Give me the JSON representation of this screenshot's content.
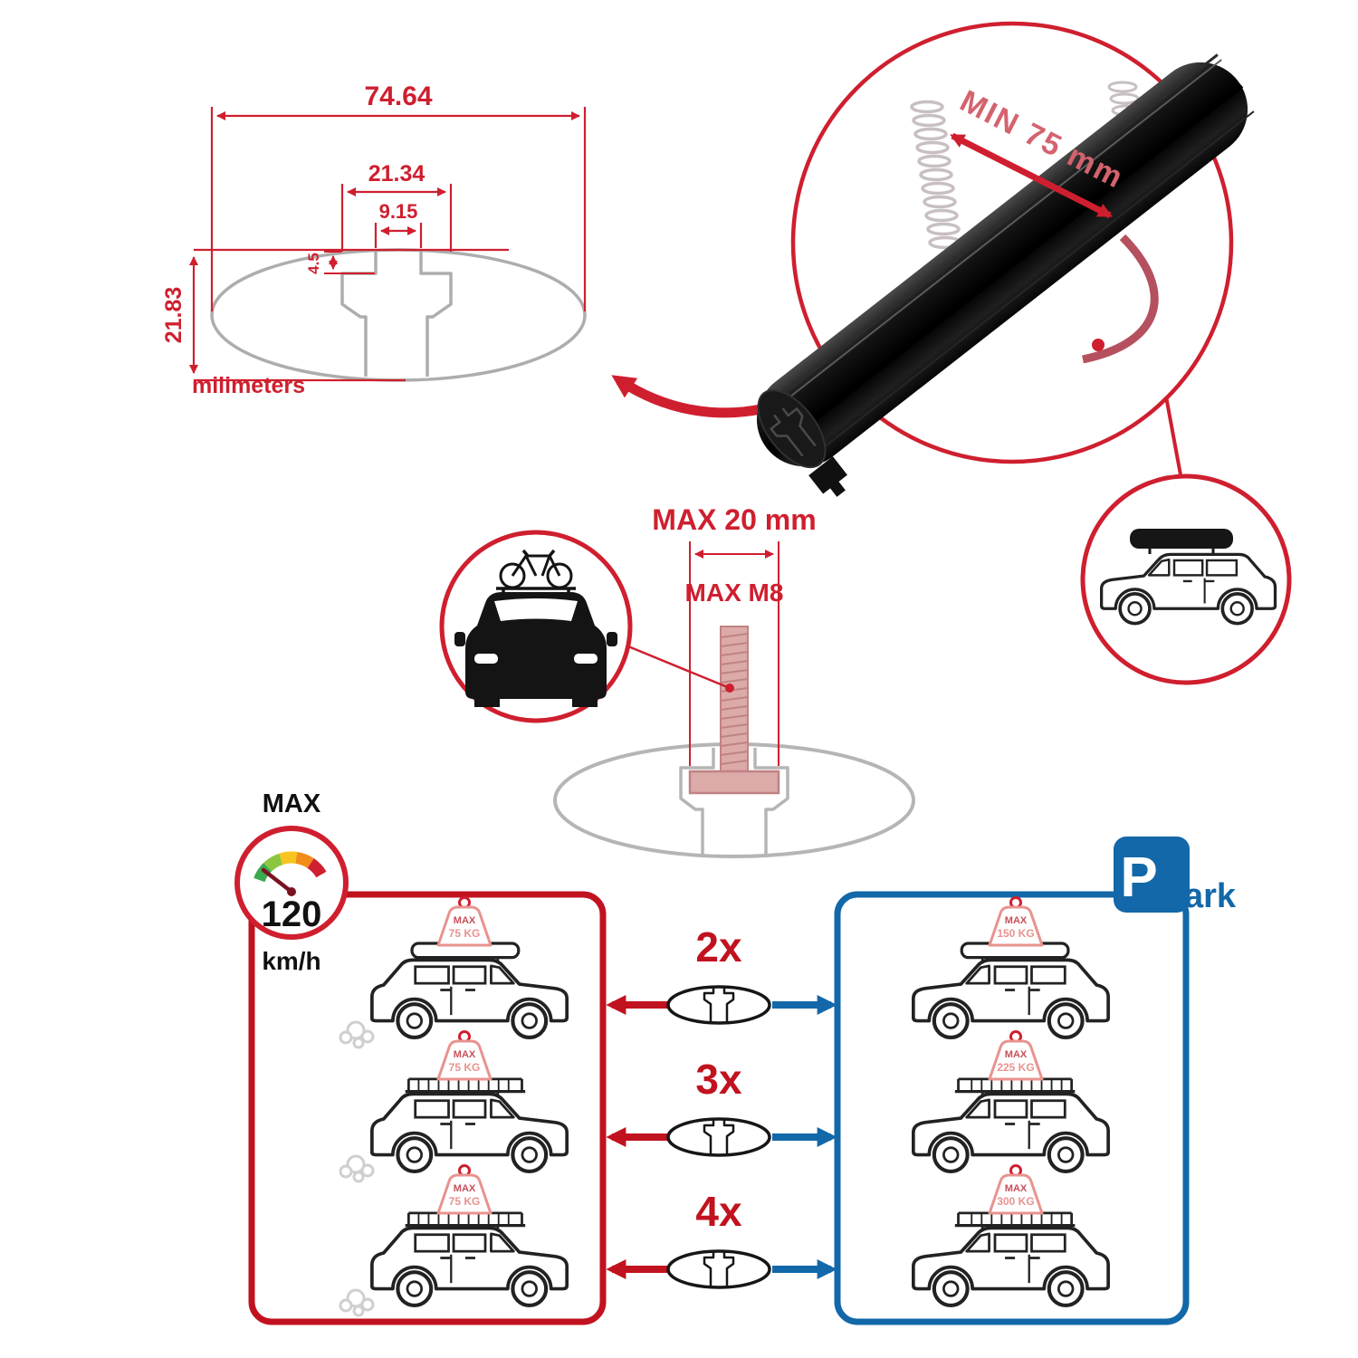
{
  "colors": {
    "red": "#cf1f2f",
    "panel_red": "#c1121f",
    "blue": "#1268a8",
    "pink_label": "#d4636e",
    "tag_red": "#c94f58",
    "tag_pink": "#e8938f",
    "profile_gray": "#adadad"
  },
  "technical_drawing": {
    "overall_width": "74.64",
    "channel_width": "21.34",
    "slot_width": "9.15",
    "lip_depth": "4.5",
    "overall_height": "21.83",
    "units_label": "milimeters"
  },
  "bar_detail": {
    "min_clamp_span": "MIN 75 mm"
  },
  "bolt_spec": {
    "max_length": "MAX 20 mm",
    "max_thread": "MAX M8"
  },
  "speed_limit": {
    "label": "MAX",
    "value": "120",
    "units": "km/h"
  },
  "park_sign": {
    "p": "P",
    "suffix": "ark"
  },
  "crossbar_options": [
    {
      "count": "2x"
    },
    {
      "count": "3x"
    },
    {
      "count": "4x"
    }
  ],
  "driving_cars": [
    {
      "tag_label": "MAX",
      "tag_load": "75 KG"
    },
    {
      "tag_label": "MAX",
      "tag_load": "75 KG"
    },
    {
      "tag_label": "MAX",
      "tag_load": "75 KG"
    }
  ],
  "parked_cars": [
    {
      "tag_label": "MAX",
      "tag_load": "150 KG"
    },
    {
      "tag_label": "MAX",
      "tag_load": "225 KG"
    },
    {
      "tag_label": "MAX",
      "tag_load": "300 KG"
    }
  ]
}
